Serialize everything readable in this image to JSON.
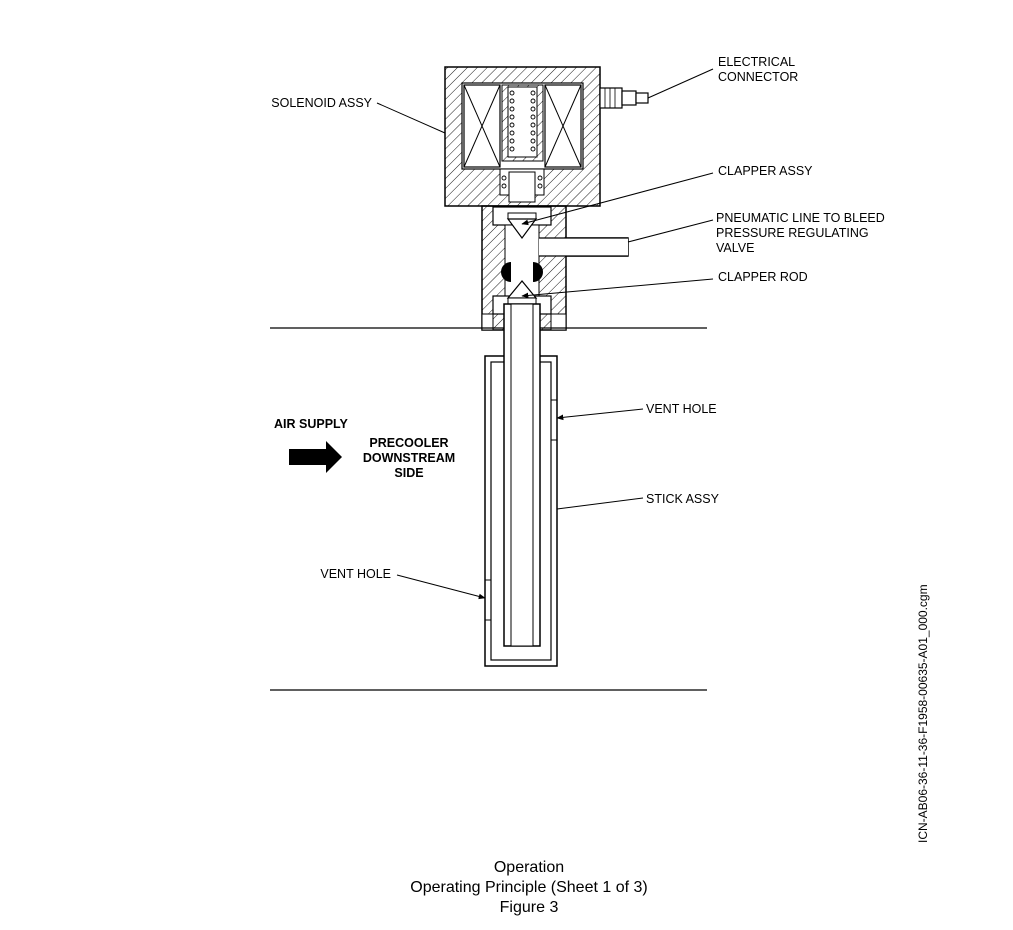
{
  "labels": {
    "electrical_connector": [
      "ELECTRICAL",
      "CONNECTOR"
    ],
    "solenoid_assy": "SOLENOID ASSY",
    "clapper_assy": "CLAPPER ASSY",
    "pneumatic_line": [
      "PNEUMATIC LINE TO BLEED",
      "PRESSURE REGULATING",
      "VALVE"
    ],
    "clapper_rod": "CLAPPER ROD",
    "vent_hole_upper": "VENT HOLE",
    "vent_hole_lower": "VENT HOLE",
    "stick_assy": "STICK ASSY",
    "air_supply": "AIR SUPPLY",
    "precooler": [
      "PRECOOLER",
      "DOWNSTREAM",
      "SIDE"
    ]
  },
  "caption": {
    "line1": "Operation",
    "line2": "Operating Principle (Sheet 1 of 3)",
    "line3": "Figure 3"
  },
  "icn": "ICN-AB06-36-11-36-F1958-00635-A01_000.cgm"
}
